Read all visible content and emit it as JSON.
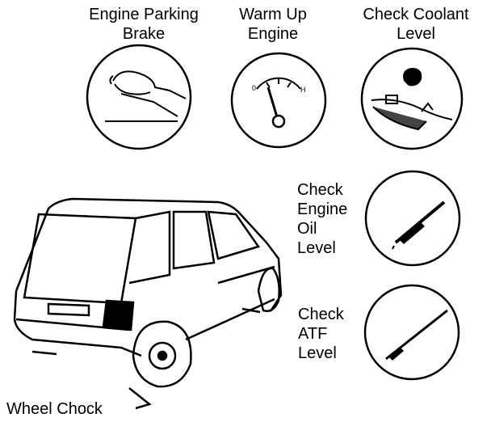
{
  "labels": {
    "engine_parking_brake": "Engine Parking\nBrake",
    "warm_up_engine": "Warm Up\nEngine",
    "check_coolant_level": "Check Coolant\nLevel",
    "check_engine_oil_level": "Check\nEngine\nOil\nLevel",
    "check_atf_level": "Check\nATF\nLevel",
    "wheel_chock": "Wheel Chock"
  },
  "gauge": {
    "low": "0",
    "high": "H"
  },
  "colors": {
    "ink": "#000000",
    "paper": "#ffffff"
  }
}
